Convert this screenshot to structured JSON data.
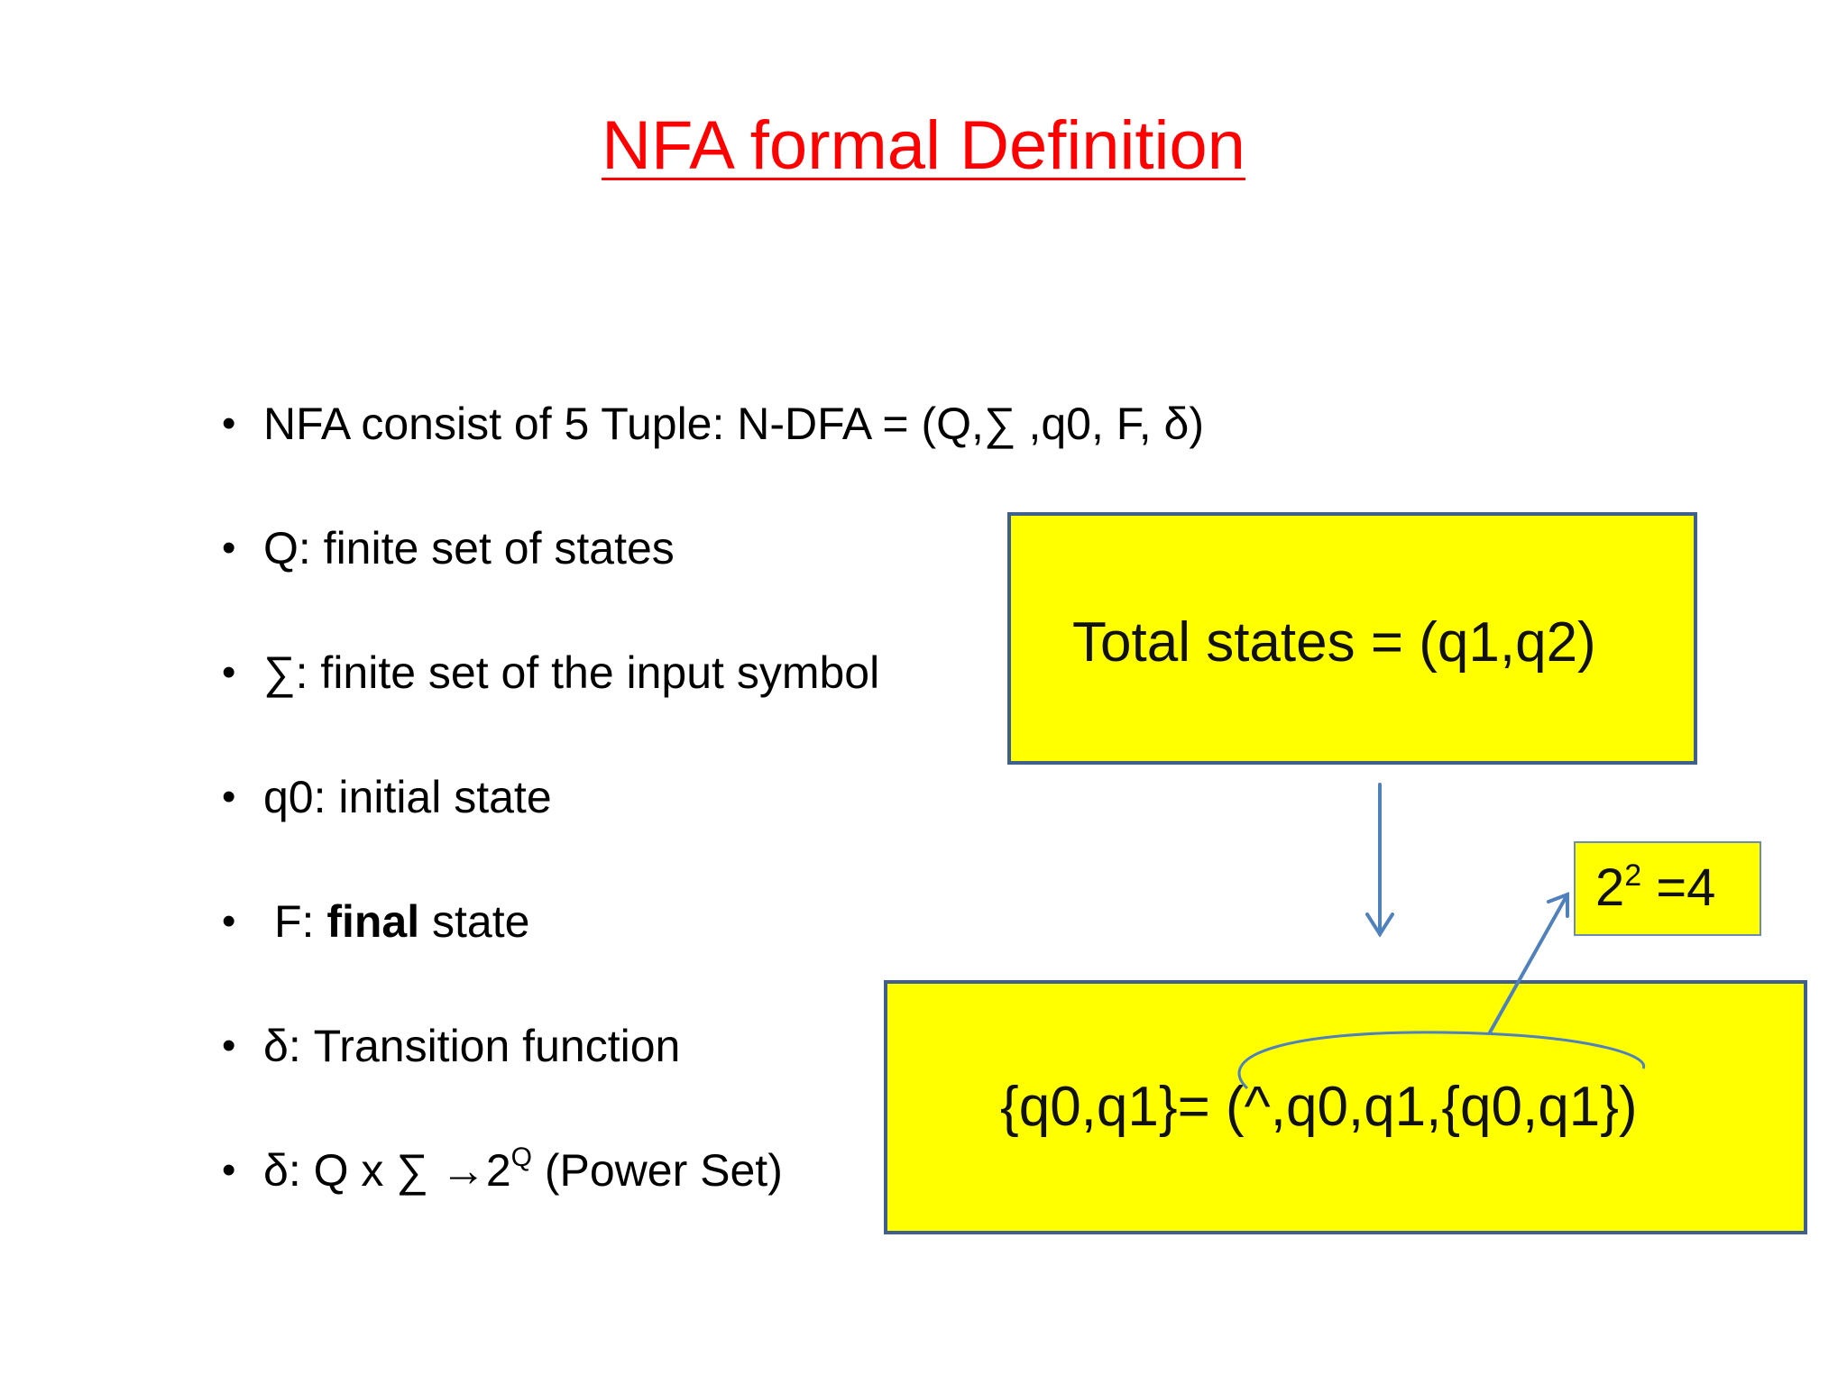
{
  "slide": {
    "title": "NFA formal Definition",
    "bullet_char": "•",
    "bullets": {
      "b1": "NFA consist of 5 Tuple: N-DFA = (Q,∑ ,q0, F, δ)",
      "b2": "Q: finite set of states",
      "b3": "∑: finite set of the input symbol",
      "b4": "q0: initial state",
      "b5": {
        "pre": "F: ",
        "bold": "final",
        "post": " state"
      },
      "b6": "δ: Transition function",
      "b7": {
        "pre": "δ: Q x ∑ →2",
        "sup": "Q",
        "post": " (Power Set)"
      }
    },
    "total_states_box": "Total states = (q1,q2)",
    "power_set_box": "{q0,q1}= (^,q0,q1,{q0,q1})",
    "count_box": {
      "base": "2",
      "exp": "2",
      "rest": " =4"
    }
  },
  "colors": {
    "title": "#ff0000",
    "box_fill": "#ffff00",
    "box_border": "#3f5f8f",
    "arrow": "#4f81bd"
  }
}
